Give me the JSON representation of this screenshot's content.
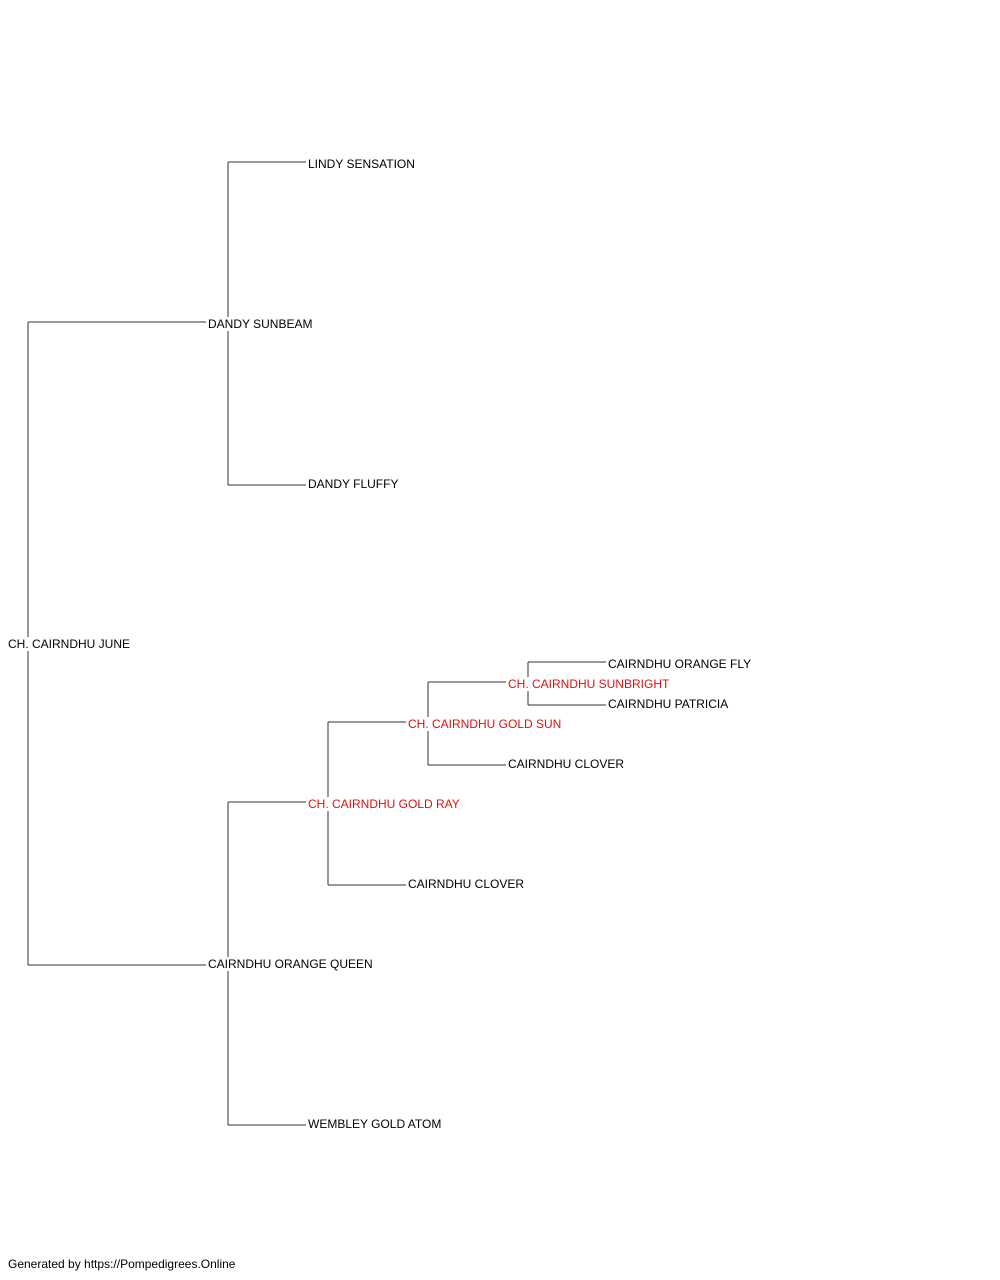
{
  "colors": {
    "line": "#333333",
    "text": "#000000",
    "champion": "#e01010"
  },
  "pedigree": {
    "subject": {
      "name": "CH. CAIRNDHU JUNE",
      "champion": false
    },
    "sire": {
      "name": "DANDY SUNBEAM",
      "champion": false
    },
    "sire_sire": {
      "name": "LINDY SENSATION",
      "champion": false
    },
    "sire_dam": {
      "name": "DANDY FLUFFY",
      "champion": false
    },
    "dam": {
      "name": "CAIRNDHU ORANGE QUEEN",
      "champion": false
    },
    "dam_sire": {
      "name": "CH. CAIRNDHU GOLD RAY",
      "champion": true
    },
    "dam_sire_sire": {
      "name": "CH. CAIRNDHU GOLD SUN",
      "champion": true
    },
    "dam_sire_sire_sire": {
      "name": "CH. CAIRNDHU SUNBRIGHT",
      "champion": true
    },
    "dam_sire_sire_sire_sire": {
      "name": "CAIRNDHU ORANGE FLY",
      "champion": false
    },
    "dam_sire_sire_sire_dam": {
      "name": "CAIRNDHU PATRICIA",
      "champion": false
    },
    "dam_sire_sire_dam": {
      "name": "CAIRNDHU CLOVER",
      "champion": false
    },
    "dam_sire_dam": {
      "name": "CAIRNDHU CLOVER",
      "champion": false
    },
    "dam_dam": {
      "name": "WEMBLEY GOLD ATOM",
      "champion": false
    }
  },
  "footer": {
    "text": "Generated by https://Pompedigrees.Online"
  }
}
